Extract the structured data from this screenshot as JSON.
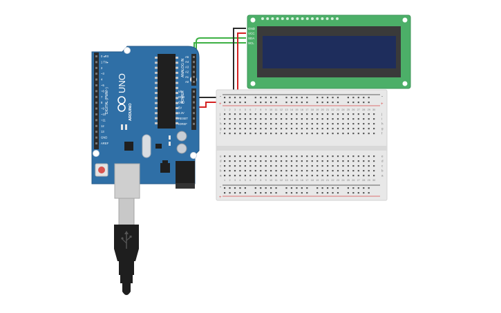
{
  "arduino": {
    "logo_text": "ARDUINO",
    "model_text": "UNO",
    "header_left_label": "DIGITAL (PWM~)",
    "analog_label": "ANALOG IN",
    "power_label": "POWER",
    "digital_pins": [
      "0 ◂RX",
      "1 TX▸",
      "2",
      "~3",
      "4",
      "~5",
      "~6",
      "7",
      "8",
      "~9",
      "~10",
      "~11",
      "12",
      "13",
      "GND",
      "AREF"
    ],
    "analog_pins": [
      "A5",
      "A4",
      "A3",
      "A2",
      "A1",
      "A0"
    ],
    "power_pins": [
      "Vin",
      "GND",
      "GND",
      "5V",
      "3.3V",
      "RESET",
      "IOREF"
    ],
    "colors": {
      "board": "#2f6fa6",
      "board_dark": "#245a88",
      "header": "#2b2b2b"
    }
  },
  "lcd": {
    "pins": [
      "GND",
      "VCC",
      "SDA",
      "SCL"
    ],
    "colors": {
      "pcb": "#4caf68",
      "bezel": "#3a3a3a",
      "screen": "#1e2d5c"
    }
  },
  "breadboard": {
    "column_numbers": [
      "1",
      "2",
      "3",
      "4",
      "5",
      "6",
      "7",
      "8",
      "9",
      "10",
      "11",
      "12",
      "13",
      "14",
      "15",
      "16",
      "17",
      "18",
      "19",
      "20",
      "21",
      "22",
      "23",
      "24",
      "25",
      "26",
      "27",
      "28",
      "29",
      "30"
    ],
    "row_letters_top": [
      "j",
      "i",
      "h",
      "g",
      "f"
    ],
    "row_letters_bottom": [
      "e",
      "d",
      "c",
      "b",
      "a"
    ],
    "rail_plus": "+",
    "rail_minus": "-",
    "colors": {
      "body": "#e8e8e8",
      "hole": "#555555",
      "rail_red": "#d84a4a",
      "rail_black": "#333333"
    }
  },
  "wires": {
    "colors": {
      "black": "#2b2b2b",
      "red": "#d42020",
      "green": "#3cb043"
    }
  },
  "usb": {
    "colors": {
      "plug": "#c8c8c8",
      "cable": "#1e1e1e"
    }
  }
}
